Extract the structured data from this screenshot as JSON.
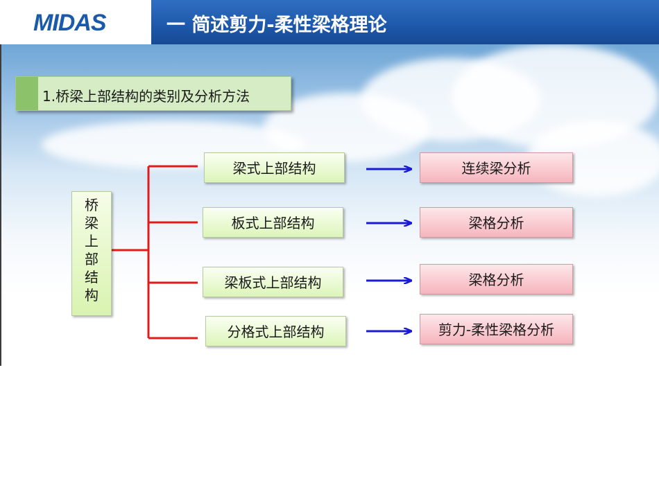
{
  "header": {
    "logo_text": "MIDAS",
    "title": "一  简述剪力-柔性梁格理论"
  },
  "section": {
    "label": "1.桥梁上部结构的类别及分析方法"
  },
  "diagram": {
    "root": "桥梁上部结构",
    "types": [
      "梁式上部结构",
      "板式上部结构",
      "梁板式上部结构",
      "分格式上部结构"
    ],
    "methods": [
      "连续梁分析",
      "梁格分析",
      "梁格分析",
      "剪力-柔性梁格分析"
    ]
  },
  "colors": {
    "header_blue": "#1f59ab",
    "connector_red": "#e01b1b",
    "arrow_blue": "#1a1ad6",
    "type_box_green": "#dcf5b9",
    "method_box_pink": "#f6b5bd"
  }
}
